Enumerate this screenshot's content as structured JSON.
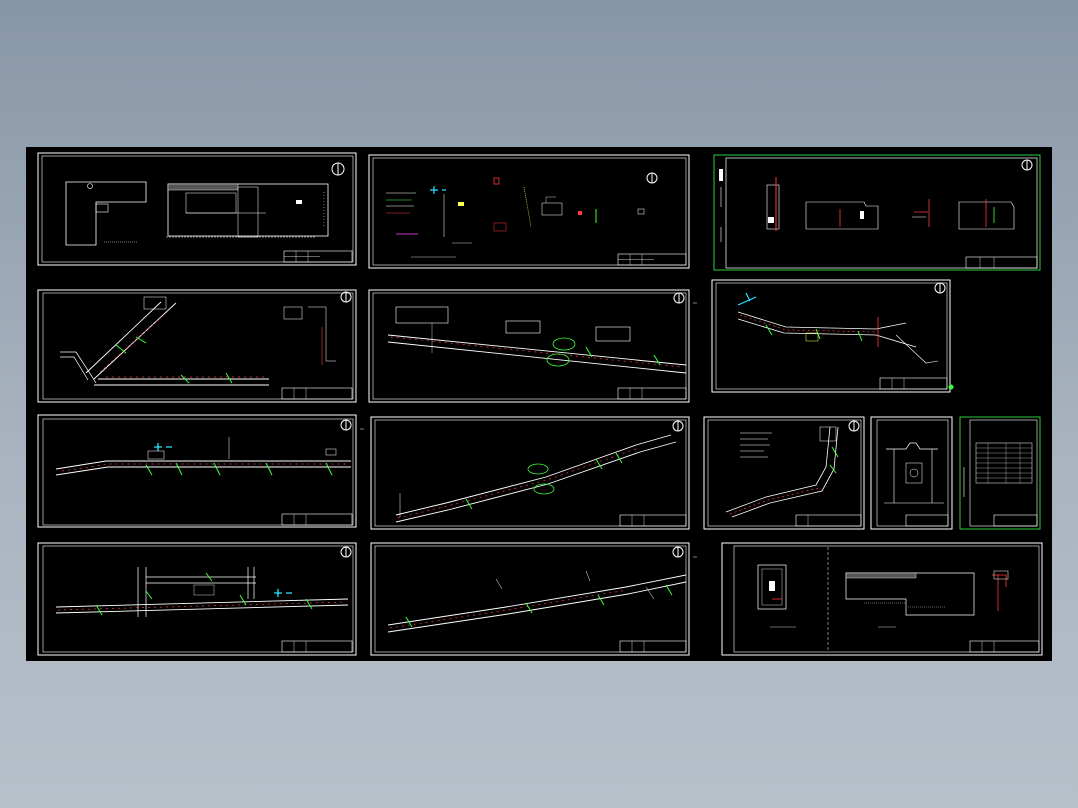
{
  "app": {
    "view": "model-space"
  },
  "colors": {
    "background": "#000000",
    "frame": "#ffffff",
    "frame_highlight": "#2ecc40",
    "pipe_main": "#ffffff",
    "pipe_fitting": "#ff3b3b",
    "valve": "#3cff3c",
    "annotation": "#ffff55",
    "accent_cyan": "#29e3ff",
    "accent_magenta": "#ff44ff"
  },
  "sheets": [
    {
      "id": "sheet-1",
      "kind": "site-layout",
      "highlight": false
    },
    {
      "id": "sheet-2",
      "kind": "system-notes",
      "highlight": false
    },
    {
      "id": "sheet-3",
      "kind": "details",
      "highlight": true
    },
    {
      "id": "sheet-4",
      "kind": "pipeline-plan",
      "highlight": false
    },
    {
      "id": "sheet-5",
      "kind": "pipeline-plan",
      "highlight": false
    },
    {
      "id": "sheet-6",
      "kind": "pipeline-plan",
      "highlight": false
    },
    {
      "id": "sheet-7",
      "kind": "pipeline-plan",
      "highlight": false
    },
    {
      "id": "sheet-8",
      "kind": "pipeline-plan",
      "highlight": false
    },
    {
      "id": "sheet-9",
      "kind": "pipeline-plan",
      "highlight": false
    },
    {
      "id": "sheet-10",
      "kind": "section",
      "highlight": false
    },
    {
      "id": "sheet-11",
      "kind": "material-table",
      "highlight": true
    },
    {
      "id": "sheet-12",
      "kind": "pipeline-plan",
      "highlight": false
    },
    {
      "id": "sheet-13",
      "kind": "pipeline-plan",
      "highlight": false
    },
    {
      "id": "sheet-14",
      "kind": "building-plan",
      "highlight": false
    }
  ]
}
